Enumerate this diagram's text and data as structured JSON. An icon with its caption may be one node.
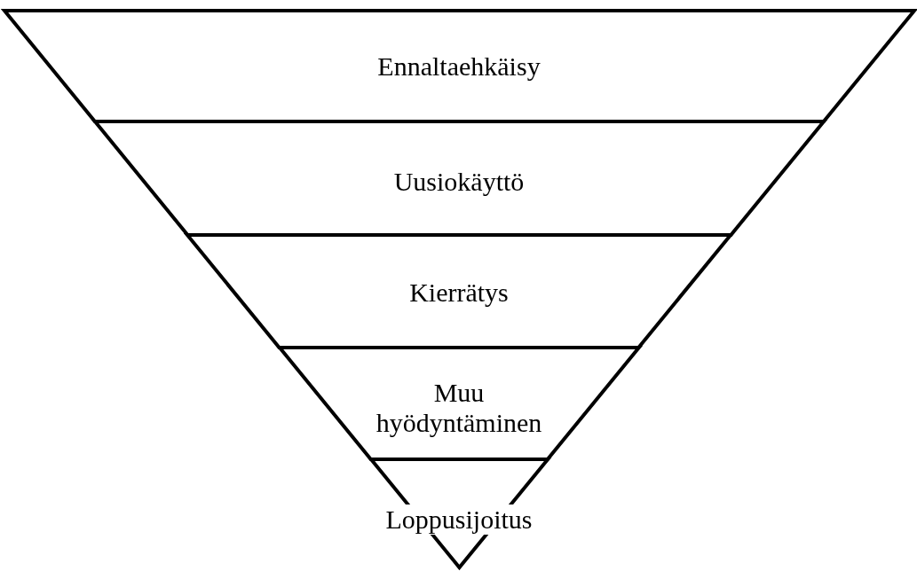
{
  "diagram": {
    "nodes": [
      {
        "text": [
          "Ennaltaehkäisy"
        ]
      },
      {
        "text": [
          "Uusiokäyttö"
        ]
      },
      {
        "text": [
          "Kierrätys"
        ]
      },
      {
        "text": [
          "Muu hyödyntäminen"
        ]
      },
      {
        "text": [
          "Loppusijoitus"
        ]
      }
    ],
    "edges": []
  }
}
